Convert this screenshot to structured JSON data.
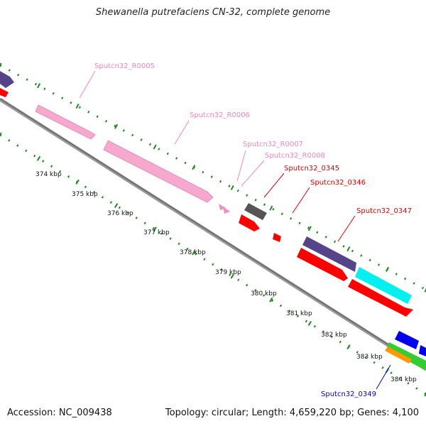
{
  "title": "Shewanella putrefaciens CN-32, complete genome",
  "footer": {
    "accession": "Accession: NC_009438",
    "summary": "Topology: circular; Length: 4,659,220 bp; Genes: 4,100"
  },
  "ticks": [
    "374 kbp",
    "375 kbp",
    "376 kbp",
    "377 kbp",
    "378 kbp",
    "379 kbp",
    "380 kbp",
    "381 kbp",
    "382 kbp",
    "383 kbp",
    "384 kbp"
  ],
  "labels": [
    {
      "id": "r0005",
      "text": "Sputcn32_R0005",
      "color": "#ee88bb"
    },
    {
      "id": "r0006",
      "text": "Sputcn32_R0006",
      "color": "#ee88bb"
    },
    {
      "id": "r0007",
      "text": "Sputcn32_R0007",
      "color": "#ee88bb"
    },
    {
      "id": "r0008",
      "text": "Sputcn32_R0008",
      "color": "#ee88bb"
    },
    {
      "id": "g0345",
      "text": "Sputcn32_0345",
      "color": "#dd0000"
    },
    {
      "id": "g0346",
      "text": "Sputcn32_0346",
      "color": "#dd0000"
    },
    {
      "id": "g0347",
      "text": "Sputcn32_0347",
      "color": "#dd0000"
    },
    {
      "id": "g0349",
      "text": "Sputcn32_0349",
      "color": "#0000cc"
    }
  ],
  "colors": {
    "rRNA": "#f7a8cf",
    "tRNA": "#ef8fbf",
    "cds": "#ff0000",
    "cds_other": "#55448a",
    "cds_cyan": "#00f0f0",
    "cds_grey": "#555555",
    "cds_blue": "#0000ee",
    "cds_green": "#33cc33",
    "cds_orange": "#ff9900",
    "backbone": "#888888",
    "ruler": "#228822"
  }
}
